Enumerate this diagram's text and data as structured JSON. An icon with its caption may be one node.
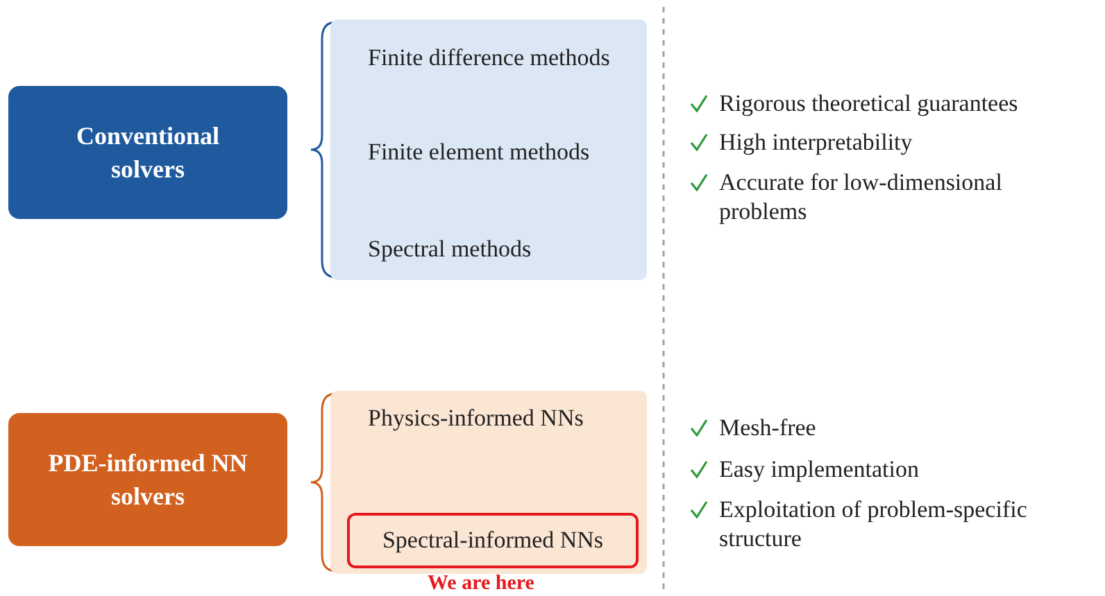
{
  "diagram": {
    "nodes": [
      {
        "text": [
          "Conventional solvers"
        ]
      },
      {
        "text": [
          "Finite difference methods",
          "Finite element methods",
          "Spectral methods"
        ]
      },
      {
        "text": [
          "PDE-informed NN solvers"
        ]
      },
      {
        "text": [
          "Physics-informed NNs"
        ]
      },
      {
        "text": [
          "Spectral-informed NNs"
        ],
        "in": 3,
        "beside": [
          "We are here"
        ]
      }
    ],
    "edges": [],
    "labels": [
      "Rigorous theoretical guarantees",
      "High interpretability",
      "Accurate for low-dimensional problems",
      "Mesh-free",
      "Easy implementation",
      "Exploitation of problem-specific structure"
    ]
  }
}
